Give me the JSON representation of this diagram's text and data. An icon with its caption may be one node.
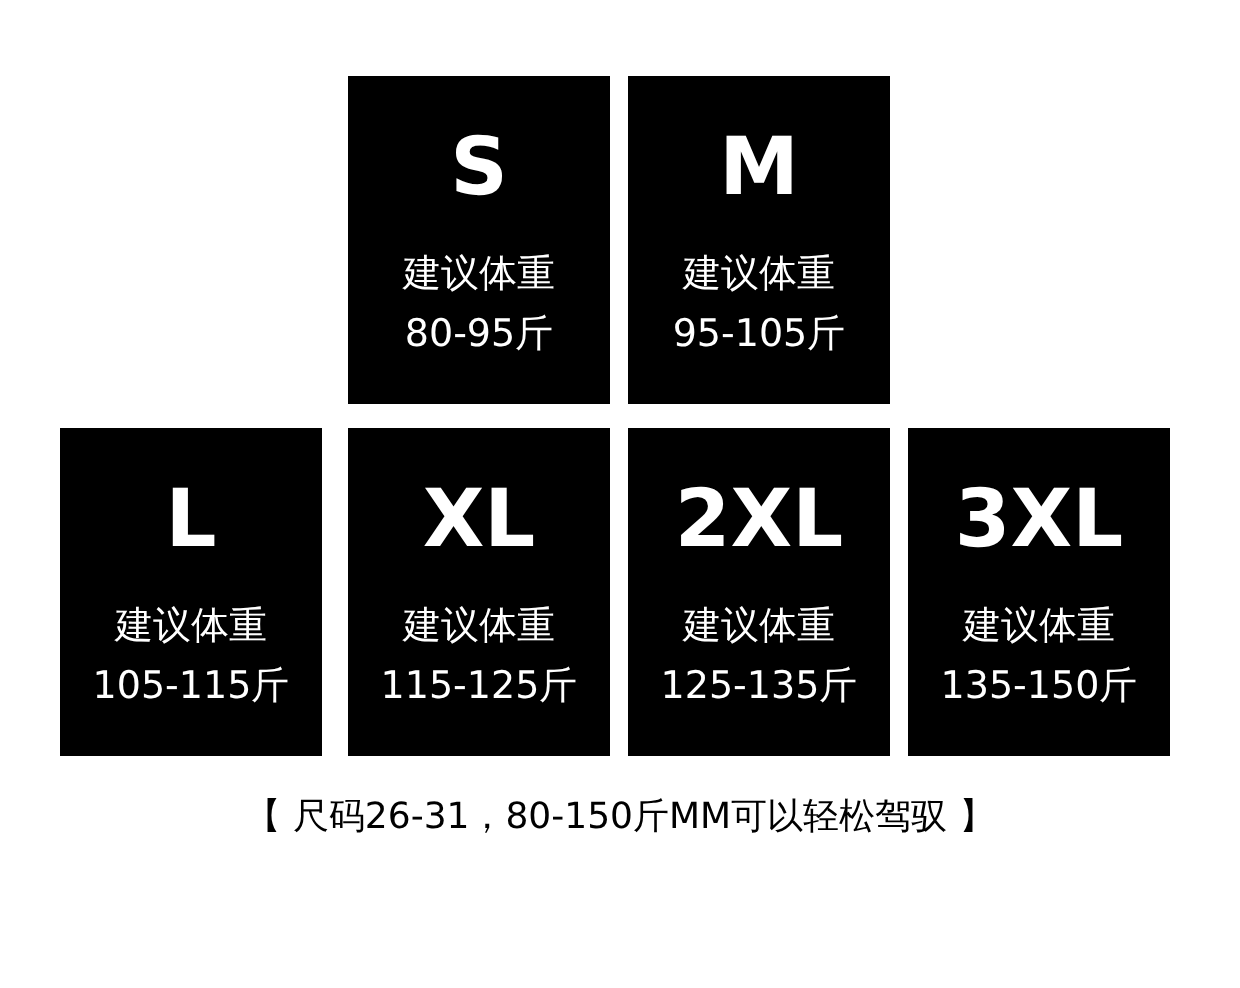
{
  "diagram": {
    "caption": "【 尺码26-31，80-150斤MM可以轻松驾驭 】",
    "nodes": [
      {
        "text": [
          "S",
          "建议体重",
          "80-95斤"
        ]
      },
      {
        "text": [
          "M",
          "建议体重",
          "95-105斤"
        ]
      },
      {
        "text": [
          "L",
          "建议体重",
          "105-115斤"
        ]
      },
      {
        "text": [
          "XL",
          "建议体重",
          "115-125斤"
        ]
      },
      {
        "text": [
          "2XL",
          "建议体重",
          "125-135斤"
        ]
      },
      {
        "text": [
          "3XL",
          "建议体重",
          "135-150斤"
        ]
      }
    ]
  }
}
